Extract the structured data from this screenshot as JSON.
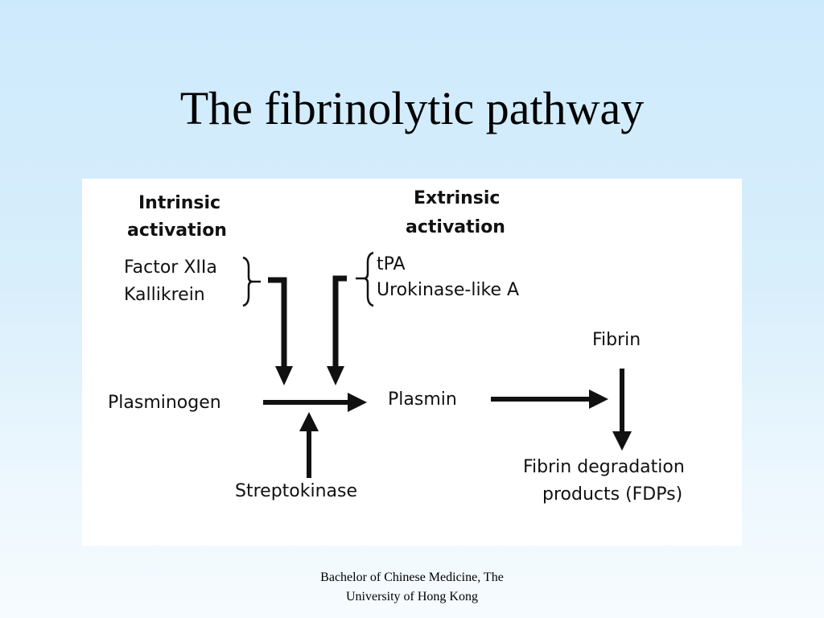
{
  "slide": {
    "title": "The fibrinolytic pathway",
    "footer_line1": "Bachelor of Chinese Medicine, The",
    "footer_line2": "University of Hong Kong"
  },
  "diagram": {
    "intrinsic_heading_line1": "Intrinsic",
    "intrinsic_heading_line2": "activation",
    "intrinsic_item1": "Factor XIIa",
    "intrinsic_item2": "Kallikrein",
    "extrinsic_heading_line1": "Extrinsic",
    "extrinsic_heading_line2": "activation",
    "extrinsic_item1": "tPA",
    "extrinsic_item2": "Urokinase-like A",
    "plasminogen": "Plasminogen",
    "plasmin": "Plasmin",
    "streptokinase": "Streptokinase",
    "fibrin": "Fibrin",
    "fdp_line1": "Fibrin degradation",
    "fdp_line2": "products (FDPs)"
  }
}
